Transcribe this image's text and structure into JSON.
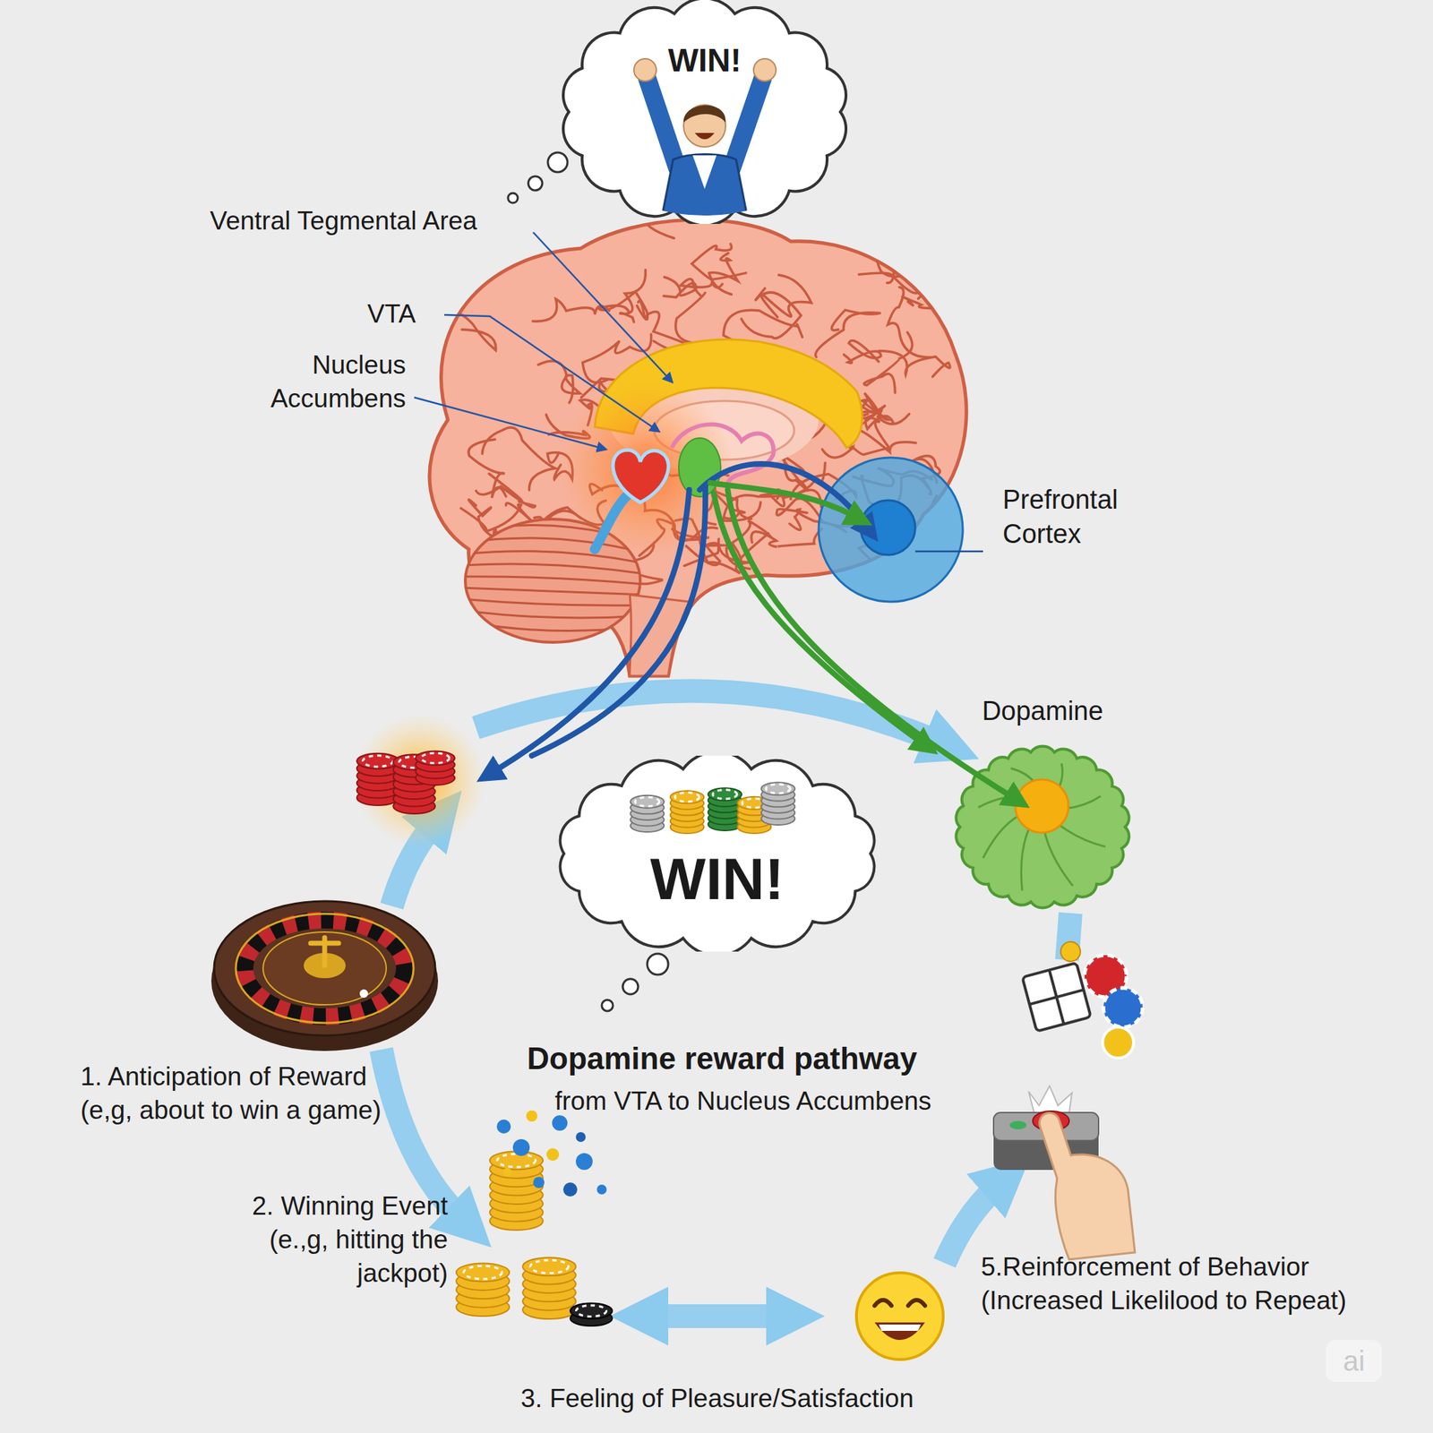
{
  "diagram": {
    "nodes": [
      {
        "text": [
          "WIN!"
        ]
      },
      {
        "text": [
          "Prefrontal Cortex"
        ]
      },
      {
        "text": [
          "Dopamine"
        ]
      },
      {
        "text": [
          "WIN!"
        ]
      }
    ],
    "labels": [
      "Ventral Tegmental Area",
      "VTA",
      "Nucleus Accumbens",
      "Dopamine reward pathway",
      "from VTA to Nucleus Accumbens",
      "1. Anticipation of Reward (e,g, about to win a game)",
      "2. Winning Event (e.,g, hitting the jackpot)",
      "3. Feeling of Pleasure/Satisfaction",
      "5.Reinforcement of Behavior (Increased Likelilood to Repeat)",
      "ai"
    ]
  }
}
